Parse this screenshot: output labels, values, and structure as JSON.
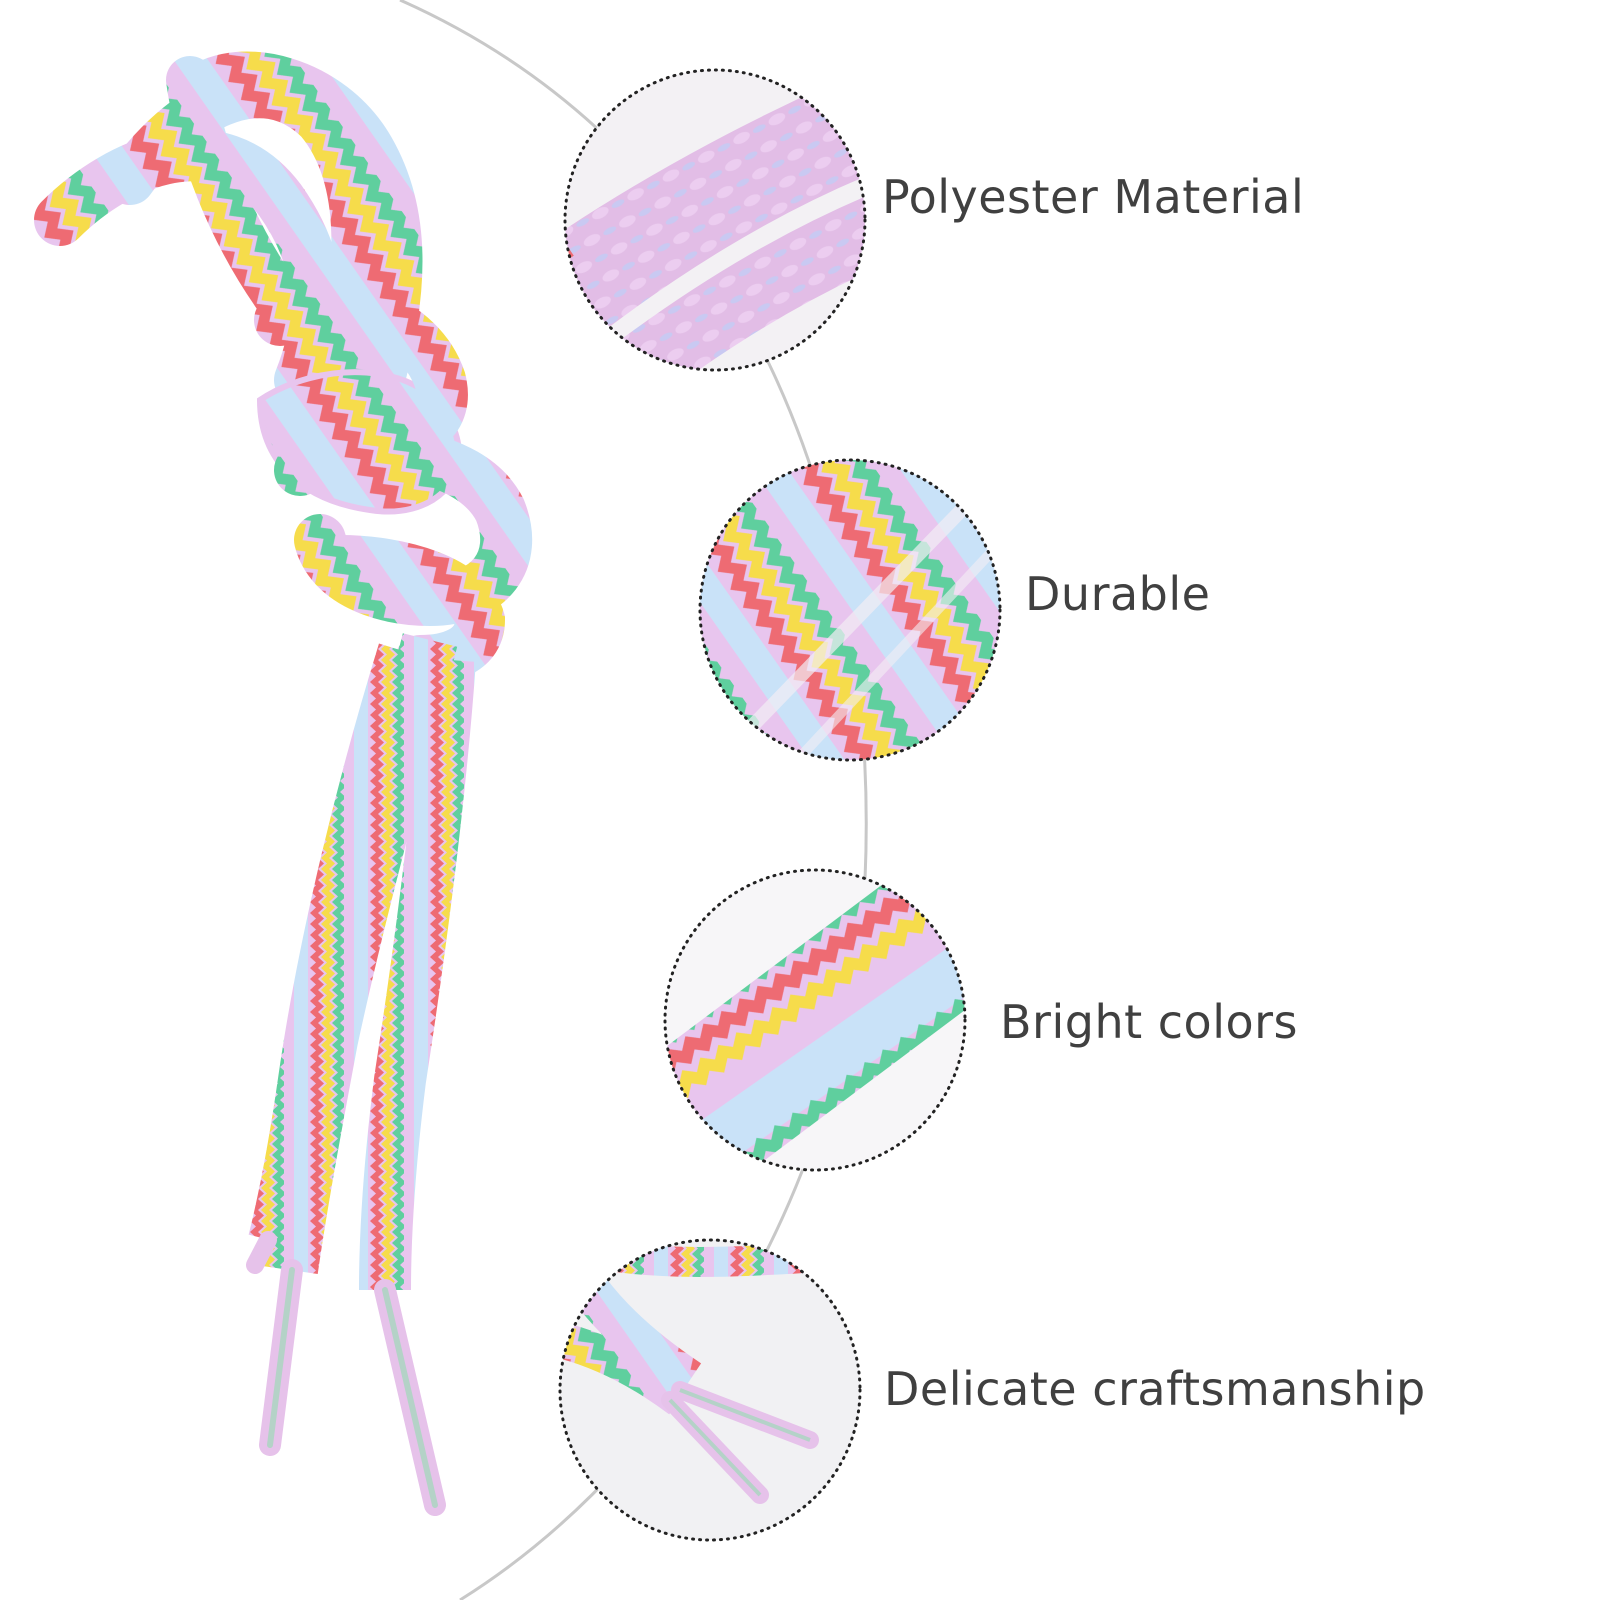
{
  "features": [
    {
      "label": "Polyester Material",
      "detail": "weave-closeup"
    },
    {
      "label": "Durable",
      "detail": "stripes-closeup"
    },
    {
      "label": "Bright colors",
      "detail": "flat-lace-closeup"
    },
    {
      "label": "Delicate craftsmanship",
      "detail": "aglet-closeup"
    }
  ],
  "colors": {
    "lilac": "#e8c5ee",
    "sky": "#c9e2f8",
    "coral": "#ee6b73",
    "yellow": "#f6dc4b",
    "mint": "#5fcf9e",
    "arc": "#c8c8c8",
    "label": "#404040"
  }
}
